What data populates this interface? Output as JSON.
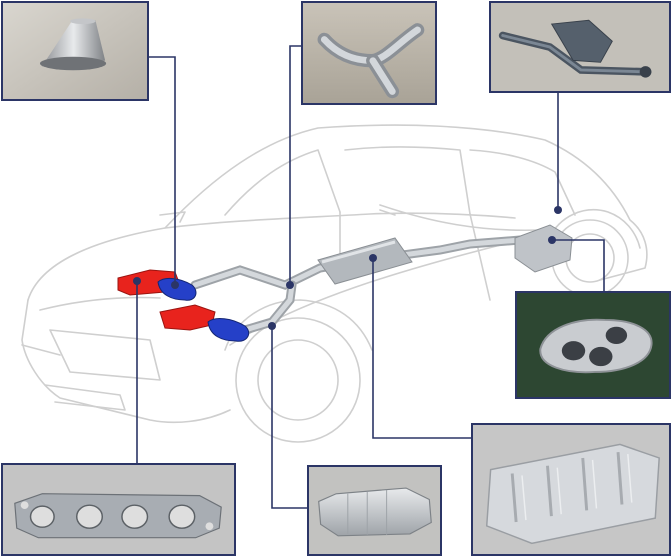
{
  "diagram": {
    "subject": "car-exhaust-system",
    "colors": {
      "frame": "#2b3566",
      "leader": "#2b3566",
      "dot": "#2b3566",
      "car_outline": "#c9c9c9",
      "manifold_red": "#e8231d",
      "converter_blue": "#2540c8",
      "pipe_silver": "#b7bcc2",
      "photo_bg": "#c8c4bd",
      "photo_bg_dark": "#2d4732"
    },
    "parts": [
      {
        "id": "funnel",
        "icon": "funnel-cone-part-icon"
      },
      {
        "id": "y-pipe",
        "icon": "y-pipe-part-icon"
      },
      {
        "id": "tailpipe-bracket",
        "icon": "bent-tube-part-icon"
      },
      {
        "id": "muffler-plate",
        "icon": "three-hole-plate-icon"
      },
      {
        "id": "heat-shield",
        "icon": "ribbed-panel-icon"
      },
      {
        "id": "converter-shell",
        "icon": "catalytic-shell-icon"
      },
      {
        "id": "manifold-gasket",
        "icon": "gasket-plate-icon"
      }
    ]
  }
}
